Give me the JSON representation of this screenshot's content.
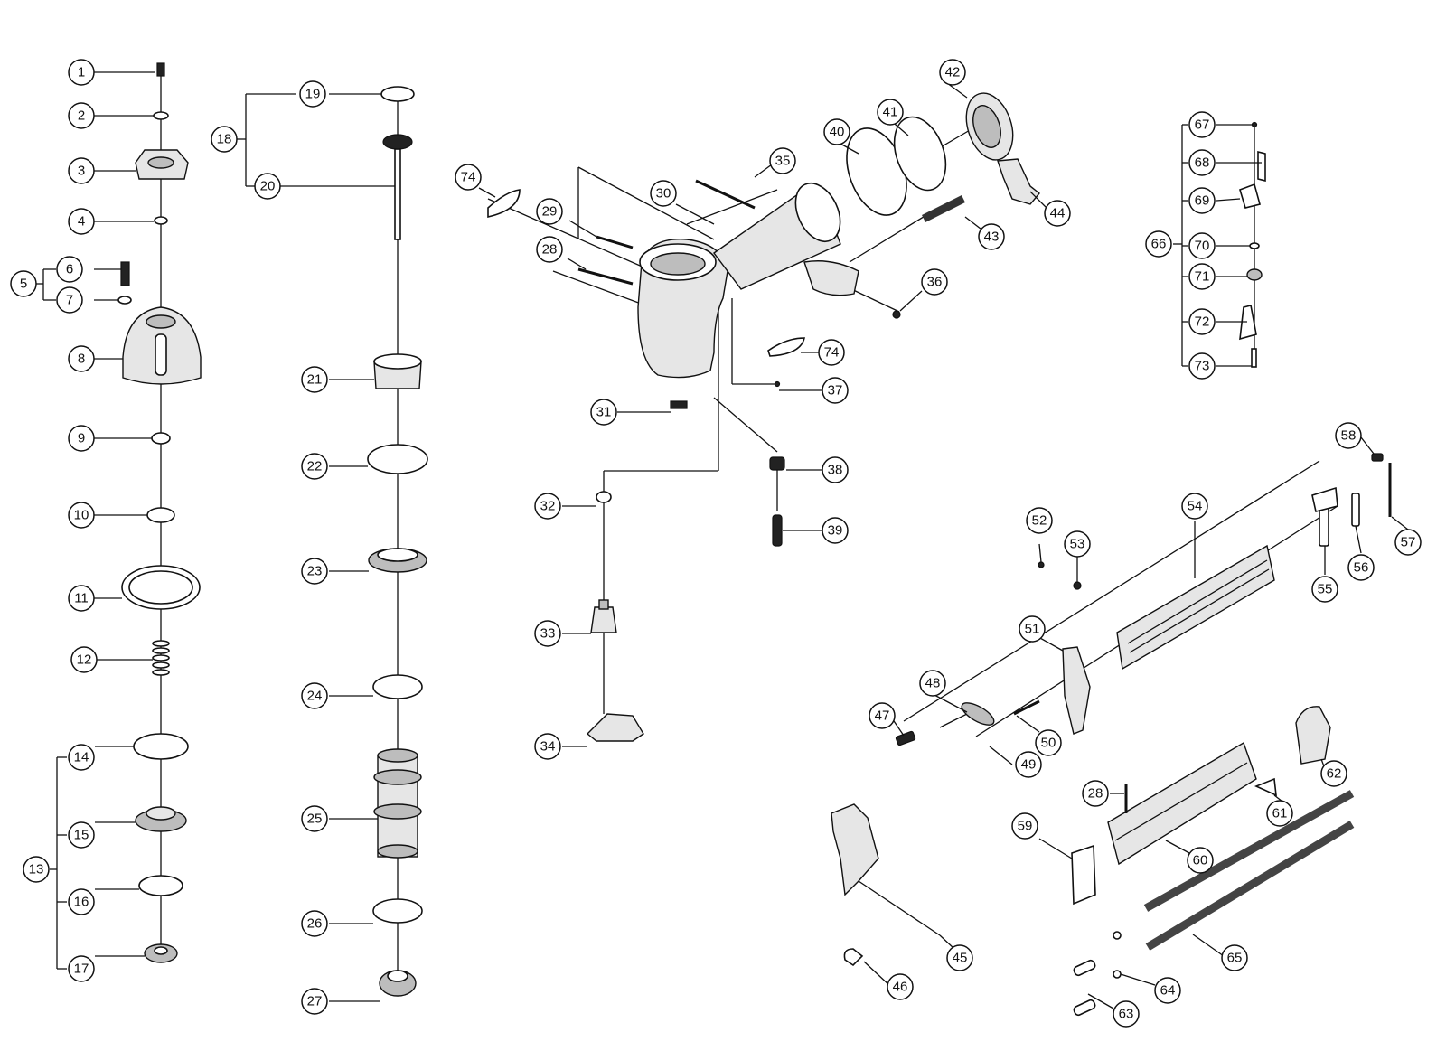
{
  "diagram": {
    "type": "exploded-parts-diagram",
    "callouts": [
      "1",
      "2",
      "3",
      "4",
      "5",
      "6",
      "7",
      "8",
      "9",
      "10",
      "11",
      "12",
      "13",
      "14",
      "15",
      "16",
      "17",
      "18",
      "19",
      "20",
      "21",
      "22",
      "23",
      "24",
      "25",
      "26",
      "27",
      "28",
      "29",
      "30",
      "31",
      "32",
      "33",
      "34",
      "35",
      "36",
      "37",
      "38",
      "39",
      "40",
      "41",
      "42",
      "43",
      "44",
      "45",
      "46",
      "47",
      "48",
      "49",
      "50",
      "51",
      "52",
      "53",
      "54",
      "55",
      "56",
      "57",
      "58",
      "59",
      "60",
      "61",
      "62",
      "63",
      "64",
      "65",
      "66",
      "67",
      "68",
      "69",
      "70",
      "71",
      "72",
      "73",
      "74"
    ]
  }
}
